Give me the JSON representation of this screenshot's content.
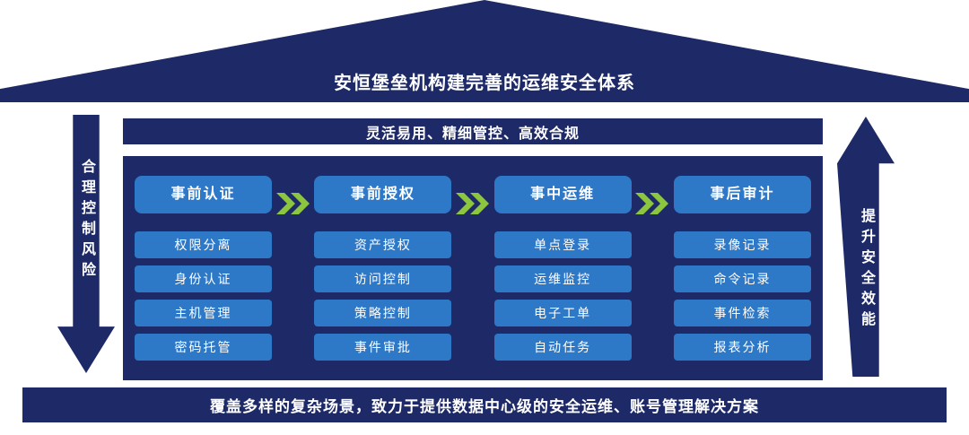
{
  "roof": {
    "title": "安恒堡垒机构建完善的运维安全体系"
  },
  "subtitle_bar": {
    "text": "灵活易用、精细管控、高效合规"
  },
  "left_arrow": {
    "text": "合理控制风险"
  },
  "right_arrow": {
    "text": "提升安全效能"
  },
  "columns": [
    {
      "header": "事前认证",
      "items": [
        "权限分离",
        "身份认证",
        "主机管理",
        "密码托管"
      ]
    },
    {
      "header": "事前授权",
      "items": [
        "资产授权",
        "访问控制",
        "策略控制",
        "事件审批"
      ]
    },
    {
      "header": "事中运维",
      "items": [
        "单点登录",
        "运维监控",
        "电子工单",
        "自动任务"
      ]
    },
    {
      "header": "事后审计",
      "items": [
        "录像记录",
        "命令记录",
        "事件检索",
        "报表分析"
      ]
    }
  ],
  "bottom_bar": {
    "text": "覆盖多样的复杂场景，致力于提供数据中心级的安全运维、账号管理解决方案"
  },
  "colors": {
    "navy": "#1e2a68",
    "button_blue": "#2e78c8",
    "chevron_green": "#8cc63f"
  }
}
